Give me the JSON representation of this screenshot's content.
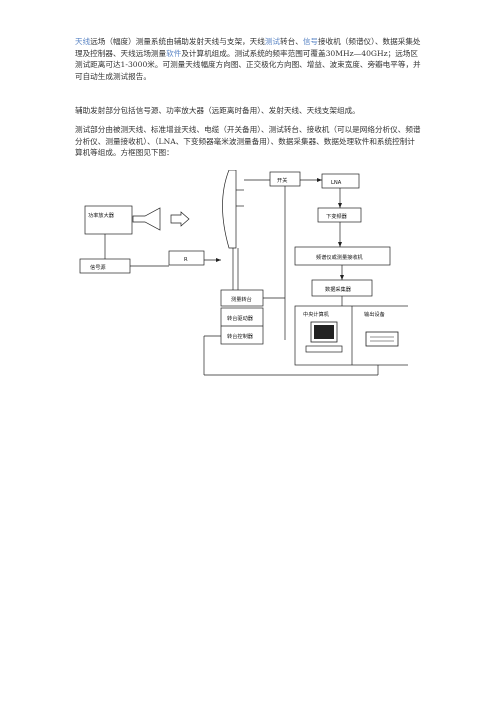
{
  "paragraph1": {
    "s1": "天线",
    "s2": "远场（幅度）测量系统由辅助发射天线与支架，天线",
    "s3": "测试",
    "s4": "转台、",
    "s5": "信号",
    "s6": "接收机（频谱仪）、数据采集处理及控制器、天线远场测量",
    "s7": "软件",
    "s8": "及计算机组成。测试系统的频率范围可覆盖30MHz—40GHz；远场区测试距离可达1-3000米。可测量天线幅度方向图、正交极化方向图、增益、波束宽度、旁瓣电平等，并可自动生成测试报告。"
  },
  "paragraph2": "辅助发射部分包括信号源、功率放大器（远距离时备用）、发射天线、天线支架组成。",
  "paragraph3": "测试部分由被测天线、标准增益天线、电缆（开关备用）、测试转台、接收机（可以是网络分析仪、频谱分析仪、测量接收机）、（LNA、下变频器毫米波测量备用）、数据采集器、数据处理软件和系统控制计算机等组成。方框图见下图：",
  "diagram": {
    "power_amp": "功率放大器",
    "signal_source": "信号源",
    "r_label": "R",
    "switch": "开关",
    "lna": "LNA",
    "downconverter": "下变频器",
    "receiver": "频谱仪或测量接收机",
    "data_collector": "数据采集器",
    "test_turntable": "测量转台",
    "turntable_driver": "转台驱动器",
    "turntable_controller": "转台控制器",
    "central_computer": "中央计算机",
    "output_device": "输出设备"
  }
}
